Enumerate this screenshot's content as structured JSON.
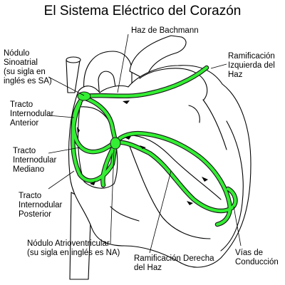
{
  "title": "El Sistema Eléctrico del Corazón",
  "labels": {
    "bachmann": "Haz de Bachmann",
    "sa_1": "Nódulo",
    "sa_2": "Sinoatrial",
    "sa_3": "(su sigla en",
    "sa_4": "inglés es SA)",
    "ant_1": "Tracto",
    "ant_2": "Internodular",
    "ant_3": "Anterior",
    "med_1": "Tracto",
    "med_2": "Internodular",
    "med_3": "Mediano",
    "post_1": "Tracto",
    "post_2": "Internodular",
    "post_3": "Posterior",
    "left_1": "Ramificación",
    "left_2": "Izquierda del",
    "left_3": "Haz",
    "av_1": "Nódulo Atrioventricular",
    "av_2": "(su sigla en inglés es NA)",
    "right_1": "Ramificación Derecha",
    "right_2": "del Haz",
    "vias_1": "Vías de",
    "vias_2": "Conducción"
  },
  "colors": {
    "conduction": "#33ee33",
    "outline": "#000000"
  }
}
